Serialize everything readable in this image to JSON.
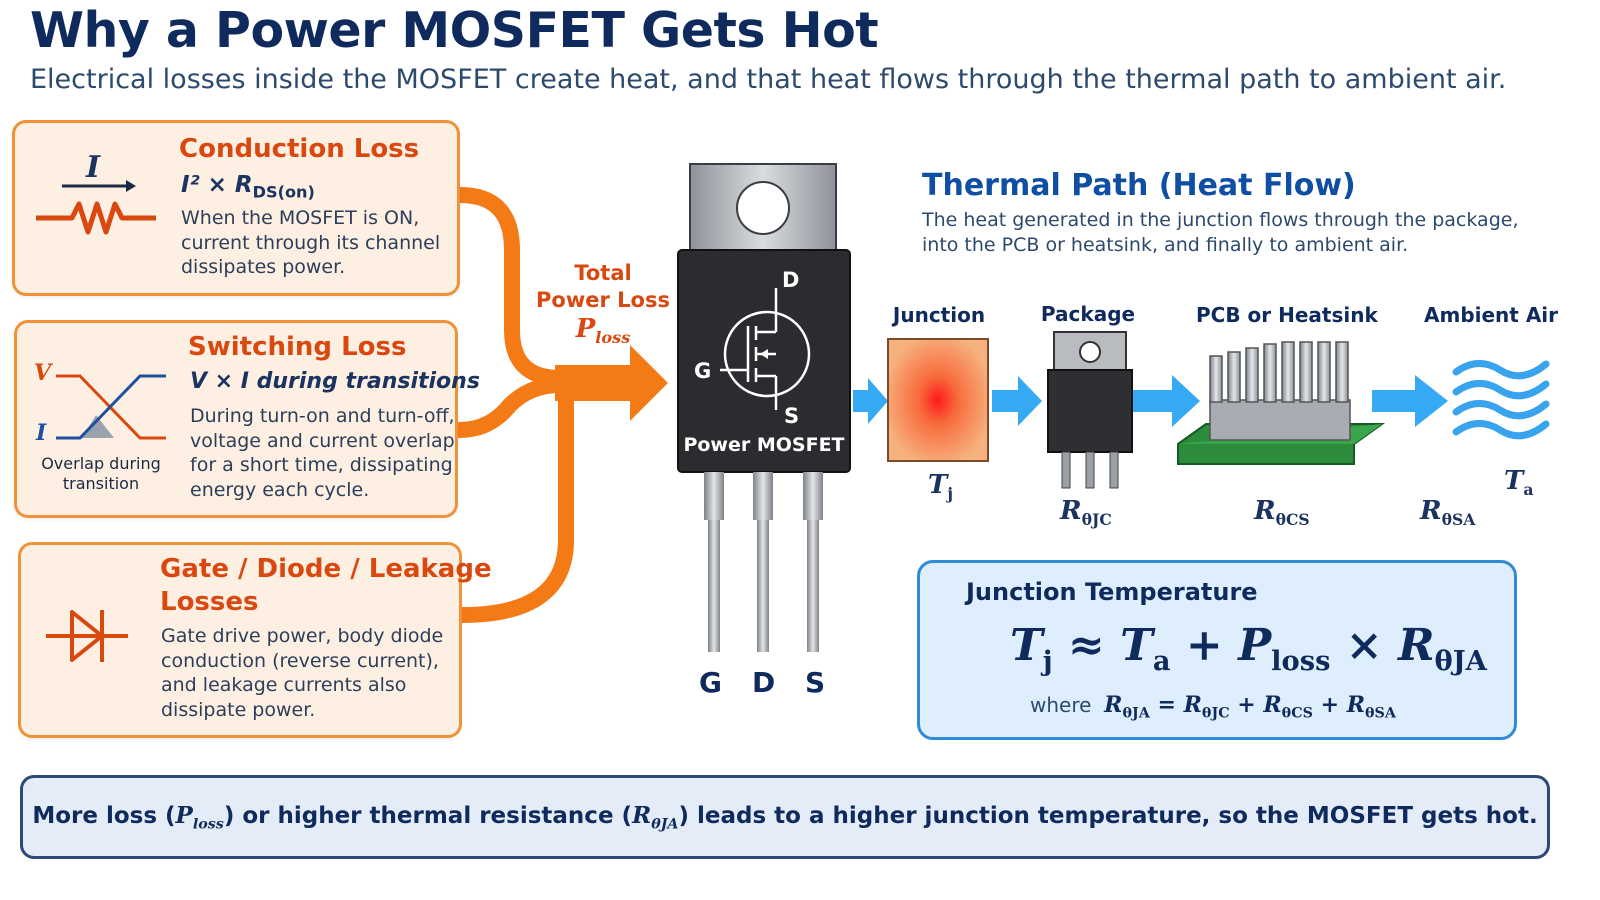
{
  "title": "Why a Power MOSFET Gets Hot",
  "subtitle": "Electrical losses inside the MOSFET create heat, and that heat flows through the thermal path to ambient air.",
  "losses": {
    "conduction": {
      "title": "Conduction Loss",
      "formula": "I² × R",
      "formula_sub": "DS(on)",
      "icon_label": "I",
      "desc": [
        "When the MOSFET is ON,",
        "current through its channel",
        "dissipates power."
      ]
    },
    "switching": {
      "title": "Switching Loss",
      "formula": "V × I during transitions",
      "icon_v": "V",
      "icon_i": "I",
      "icon_caption": [
        "Overlap during",
        "transition"
      ],
      "desc": [
        "During turn-on and turn-off,",
        "voltage and current overlap",
        "for a short time, dissipating",
        "energy each cycle."
      ]
    },
    "gate": {
      "title_lines": [
        "Gate / Diode / Leakage",
        "Losses"
      ],
      "desc": [
        "Gate drive power, body diode",
        "conduction (reverse current),",
        "and leakage currents also",
        "dissipate power."
      ]
    }
  },
  "total_loss": {
    "lines": [
      "Total",
      "Power Loss"
    ],
    "symbol": "P",
    "symbol_sub": "loss"
  },
  "mosfet": {
    "label": "Power MOSFET",
    "d": "D",
    "g": "G",
    "s": "S",
    "pins": [
      "G",
      "D",
      "S"
    ]
  },
  "thermal_path": {
    "title": "Thermal Path (Heat Flow)",
    "desc": [
      "The heat generated in the junction flows through the package,",
      "into the PCB or heatsink, and finally to ambient air."
    ],
    "stages": [
      "Junction",
      "Package",
      "PCB or Heatsink",
      "Ambient Air"
    ],
    "tj": {
      "main": "T",
      "sub": "j"
    },
    "ta": {
      "main": "T",
      "sub": "a"
    },
    "r_jc": {
      "main": "R",
      "sub": "θJC"
    },
    "r_cs": {
      "main": "R",
      "sub": "θCS"
    },
    "r_sa": {
      "main": "R",
      "sub": "θSA"
    }
  },
  "junction_temp": {
    "title": "Junction Temperature",
    "where": "where"
  },
  "summary": {
    "p1": "More loss (",
    "p_main": "P",
    "p_sub": "loss",
    "p2": ") or higher thermal resistance (",
    "r_main": "R",
    "r_sub": "θJA",
    "p3": ") leads to a higher junction temperature, so the MOSFET gets hot."
  },
  "colors": {
    "orange": "#f47a16",
    "loss_title": "#d9480f",
    "blue_arrow": "#2ea3f2",
    "navy": "#0f2a5c"
  }
}
